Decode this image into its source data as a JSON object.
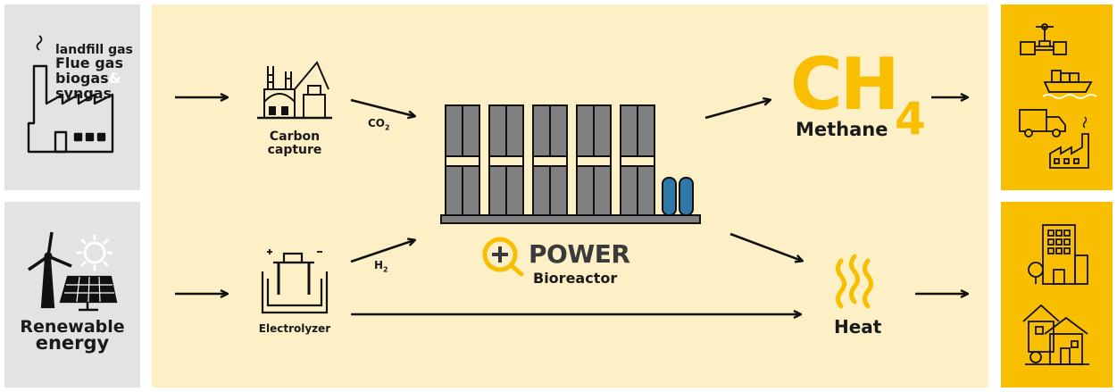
{
  "sources": {
    "gases": [
      "landfill gas",
      "Flue gas",
      "biogas",
      "syngas"
    ],
    "gas_joiner": "&",
    "renewable_line1": "Renewable",
    "renewable_line2": "energy"
  },
  "steps": {
    "carbon_line1": "Carbon",
    "carbon_line2": "capture",
    "electrolyzer": "Electrolyzer",
    "co2_label": "CO",
    "co2_sub": "2",
    "h2_label": "H",
    "h2_sub": "2"
  },
  "brand": {
    "name": "POWER",
    "subtitle": "Bioreactor"
  },
  "outputs": {
    "ch4_main": "CH",
    "ch4_sub": "4",
    "methane": "Methane",
    "heat": "Heat"
  },
  "colors": {
    "accent": "#f9be00",
    "panel_bg": "#fdf0c6",
    "grey_panel": "#e3e3e3",
    "tank_blue": "#2f78a8",
    "module_grey": "#808080"
  },
  "icons": [
    "smokestack-factory-icon",
    "wind-solar-icon",
    "carbon-capture-plant-icon",
    "electrolyzer-icon",
    "bioreactor-icon",
    "heat-waves-icon",
    "pipeline-valve-icon",
    "cargo-ship-icon",
    "truck-icon",
    "industry-icon",
    "office-building-icon",
    "house-icon"
  ]
}
